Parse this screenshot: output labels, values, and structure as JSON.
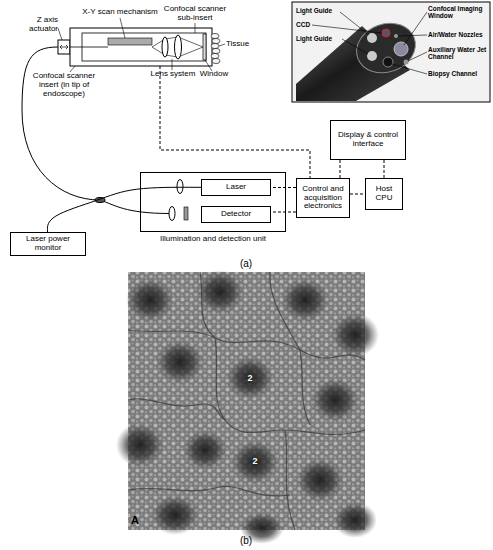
{
  "diagram": {
    "nodes": [
      {
        "text": [
          "Display & control interface"
        ]
      },
      {
        "text": [
          "Control and acquisition electronics"
        ]
      },
      {
        "text": [
          "Host CPU"
        ]
      },
      {
        "text": [
          "Illumination and detection unit"
        ]
      },
      {
        "text": [
          "Laser"
        ],
        "in": 3
      },
      {
        "text": [
          "Detector"
        ],
        "in": 3
      },
      {
        "text": [
          "Laser power monitor"
        ]
      }
    ],
    "edges": [
      {
        "from": 0,
        "to": 1,
        "arrow": "none"
      },
      {
        "from": 1,
        "to": 2,
        "arrow": "none"
      },
      {
        "from": 2,
        "to": 0,
        "arrow": "none"
      },
      {
        "from": 1,
        "to": 4,
        "arrow": "none"
      },
      {
        "from": 1,
        "to": 5,
        "arrow": "none"
      },
      {
        "from": 4,
        "to": 6,
        "arrow": "none"
      }
    ],
    "labels": [
      "Z axis actuator",
      "X-Y scan mechanism",
      "Confocal scanner sub-insert",
      "Lens system",
      "Window",
      "Tissue",
      "Confocal scanner insert (in tip of endoscope)",
      "Light Guide",
      "CCD",
      "Light Guide",
      "Confocal Imaging Window",
      "Air/Water Nozzles",
      "Auxiliary Water Jet Channel",
      "Biopsy Channel",
      "(a)",
      "2",
      "2",
      "A",
      "(b)"
    ]
  }
}
